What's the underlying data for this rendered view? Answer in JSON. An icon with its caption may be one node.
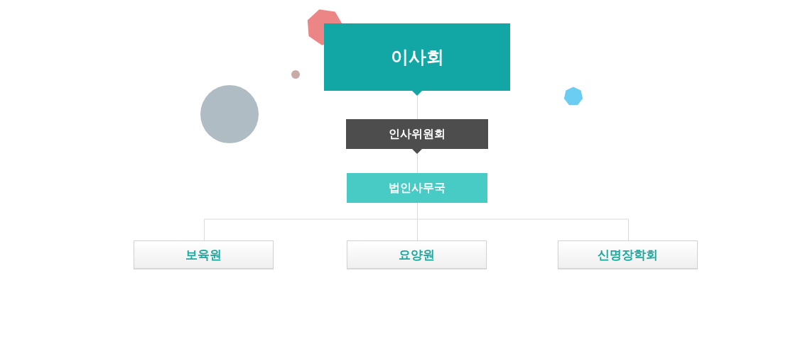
{
  "diagram": {
    "nodes": [
      {
        "text": [
          "이사회"
        ]
      },
      {
        "text": [
          "인사위원회"
        ]
      },
      {
        "text": [
          "법인사무국"
        ]
      },
      {
        "text": [
          "보육원"
        ]
      },
      {
        "text": [
          "요양원"
        ]
      },
      {
        "text": [
          "신명장학회"
        ]
      }
    ],
    "edges": [
      {
        "from": 0,
        "to": 1,
        "arrow": "none"
      },
      {
        "from": 1,
        "to": 2,
        "arrow": "none"
      },
      {
        "from": 2,
        "to": 3,
        "arrow": "none"
      },
      {
        "from": 2,
        "to": 4,
        "arrow": "none"
      },
      {
        "from": 2,
        "to": 5,
        "arrow": "none"
      }
    ]
  }
}
